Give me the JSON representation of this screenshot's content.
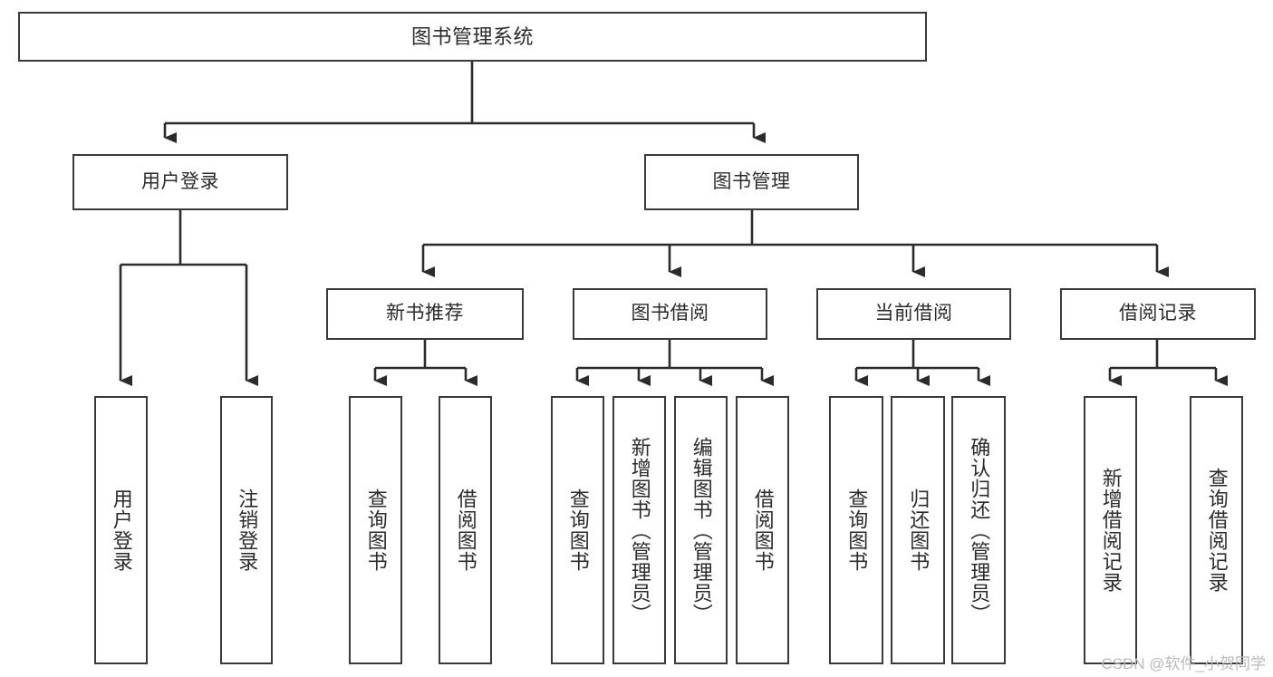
{
  "diagram": {
    "title": "图书管理系统",
    "type": "functional-structure-tree",
    "colors": {
      "box_border": "#3a3a3a",
      "box_fill": "#ffffff",
      "line": "#2b2b2b",
      "text": "#2b2b2b",
      "watermark": "#b9b9b9"
    },
    "root": {
      "label": "图书管理系统"
    },
    "level2": [
      {
        "label": "用户登录"
      },
      {
        "label": "图书管理"
      }
    ],
    "level3": [
      {
        "label": "新书推荐"
      },
      {
        "label": "图书借阅"
      },
      {
        "label": "当前借阅"
      },
      {
        "label": "借阅记录"
      }
    ],
    "leaves": {
      "user_login": [
        {
          "label": "用户登录"
        },
        {
          "label": "注销登录"
        }
      ],
      "new_book": [
        {
          "label": "查询图书"
        },
        {
          "label": "借阅图书"
        }
      ],
      "book_borrow": [
        {
          "label": "查询图书"
        },
        {
          "label": "新增图书（管理员）"
        },
        {
          "label": "编辑图书（管理员）"
        },
        {
          "label": "借阅图书"
        }
      ],
      "current_borrow": [
        {
          "label": "查询图书"
        },
        {
          "label": "归还图书"
        },
        {
          "label": "确认归还（管理员）"
        }
      ],
      "borrow_record": [
        {
          "label": "新增借阅记录"
        },
        {
          "label": "查询借阅记录"
        }
      ]
    }
  },
  "watermark": {
    "text": "CSDN @软件_小贺同学"
  }
}
